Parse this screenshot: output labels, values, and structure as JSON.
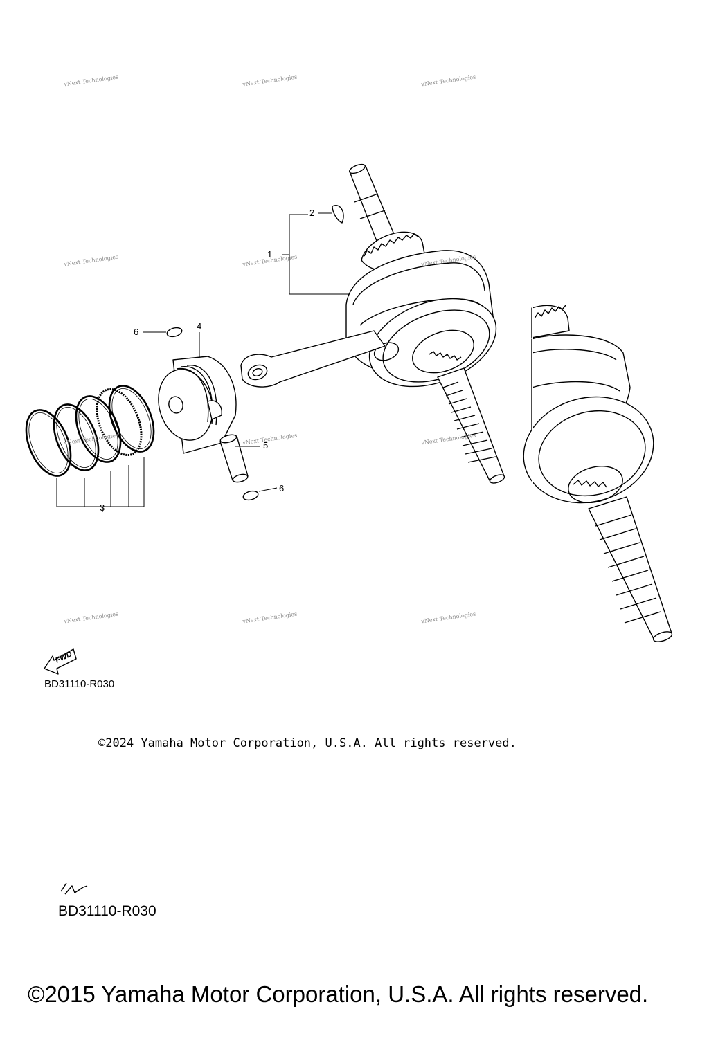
{
  "watermark": {
    "text": "vNext Technologies"
  },
  "callouts": {
    "c1": "1",
    "c2": "2",
    "c3": "3",
    "c4": "4",
    "c5": "5",
    "c6a": "6",
    "c6b": "6"
  },
  "fwd_label": "FWD",
  "diagram_code_small": "BD31110-R030",
  "copyright_small": "©2024 Yamaha Motor Corporation, U.S.A. All rights reserved.",
  "diagram_code_large": "BD31110-R030",
  "copyright_large": "©2015 Yamaha Motor Corporation, U.S.A. All rights reserved."
}
